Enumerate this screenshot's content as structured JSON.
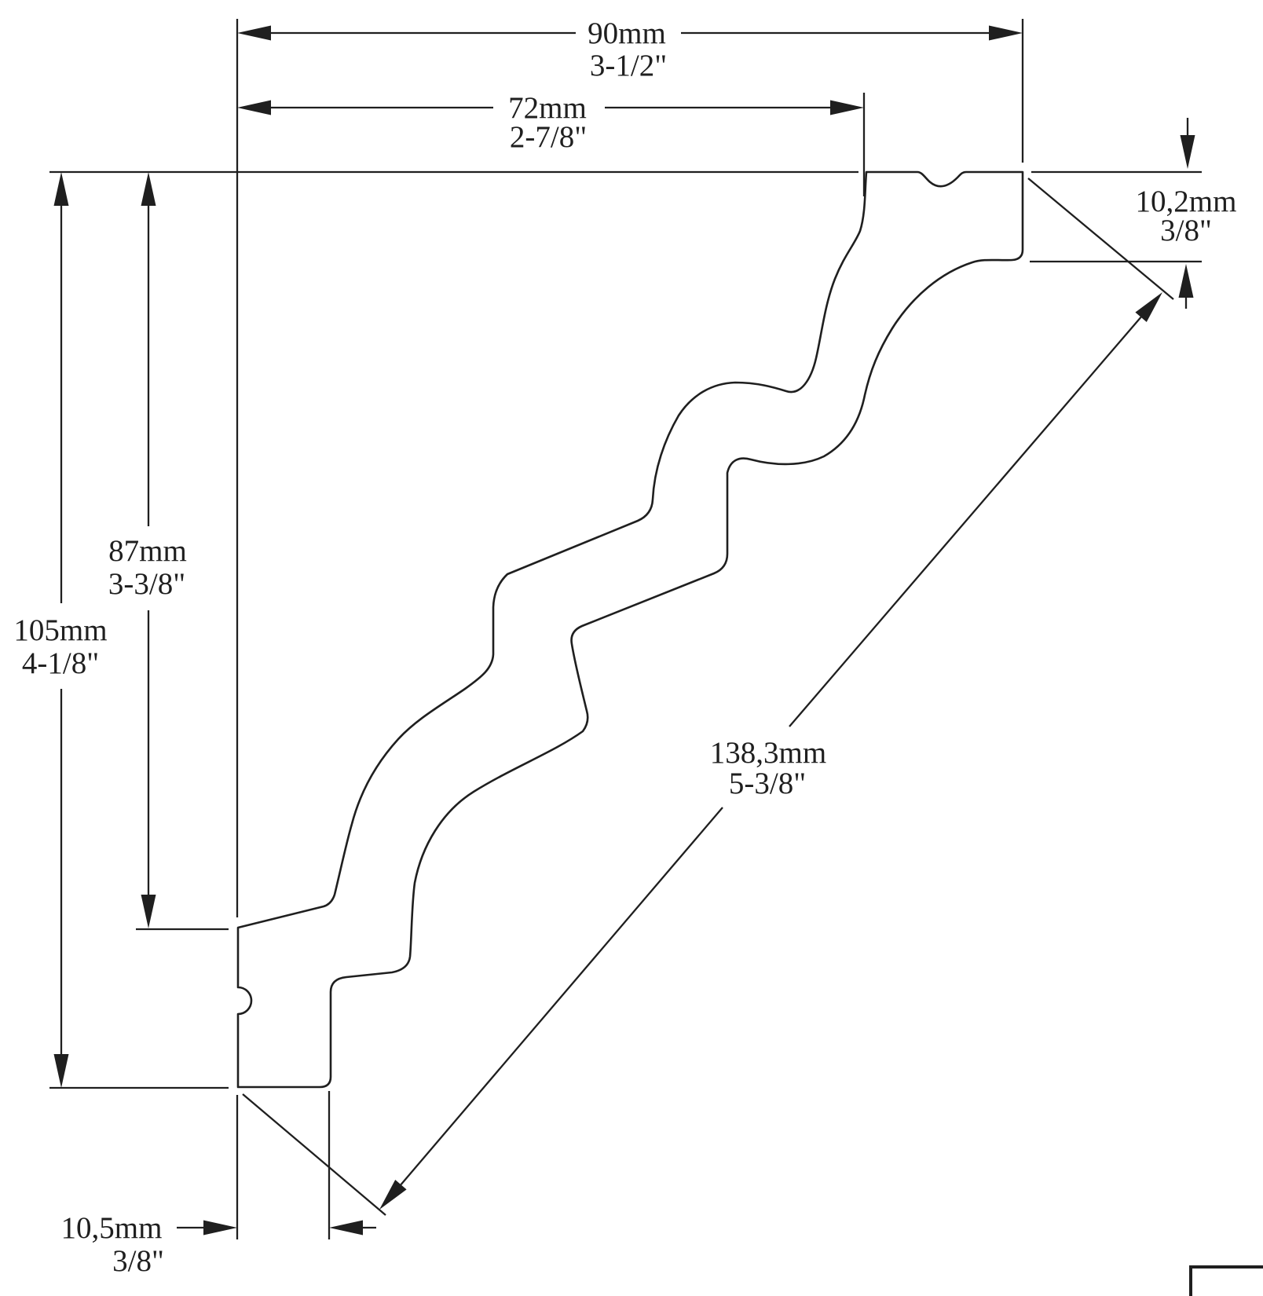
{
  "colors": {
    "background": "#ffffff",
    "line": "#1f1f1f"
  },
  "dimensions": {
    "total_width": {
      "mm": "90mm",
      "inch": "3-1/2\""
    },
    "upper_width": {
      "mm": "72mm",
      "inch": "2-7/8\""
    },
    "inner_height": {
      "mm": "87mm",
      "inch": "3-3/8\""
    },
    "total_height": {
      "mm": "105mm",
      "inch": "4-1/8\""
    },
    "ceiling_flange_thickness": {
      "mm": "10,2mm",
      "inch": "3/8\""
    },
    "wall_flange_thickness": {
      "mm": "10,5mm",
      "inch": "3/8\""
    },
    "face_diagonal": {
      "mm": "138,3mm",
      "inch": "5-3/8\""
    }
  }
}
